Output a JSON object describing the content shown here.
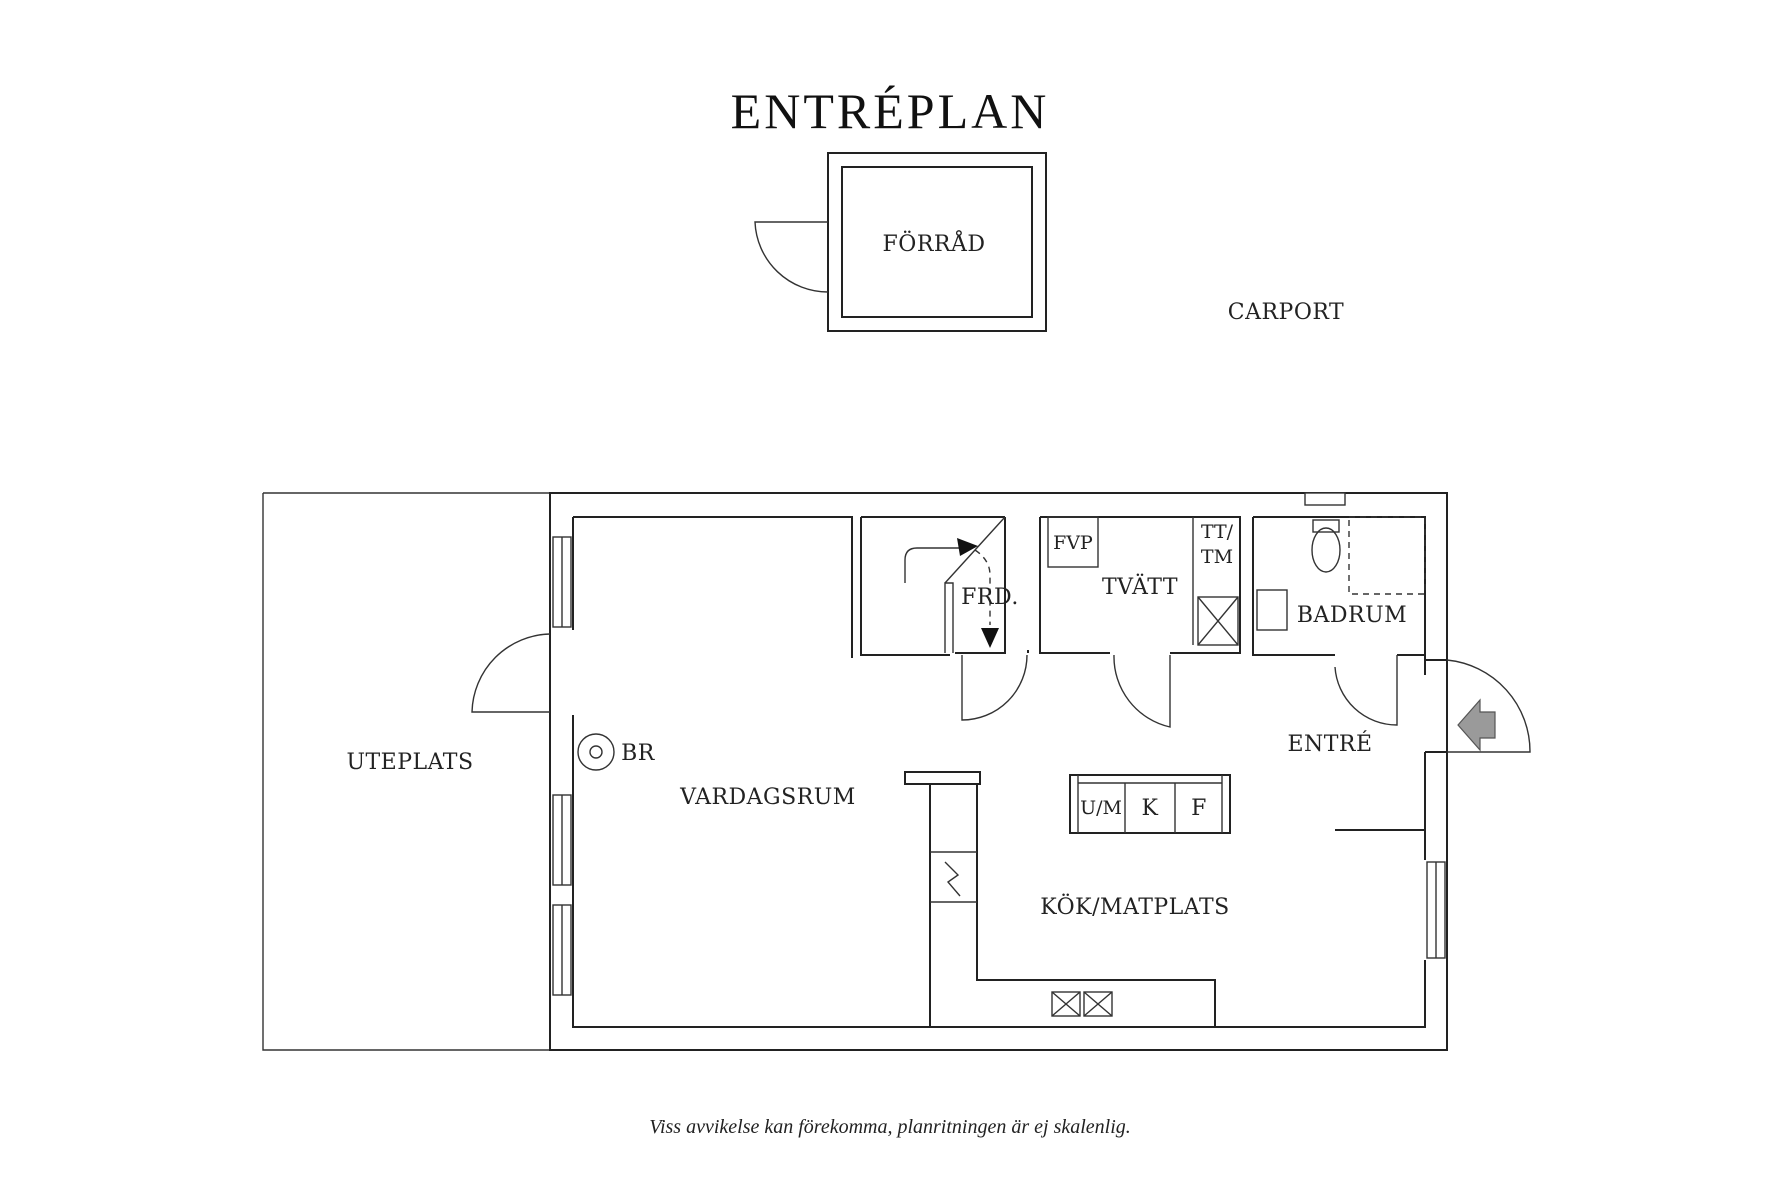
{
  "title": "ENTRÉPLAN",
  "footnote": "Viss avvikelse kan förekomma, planritningen är ej skalenlig.",
  "rooms": {
    "forrad": "FÖRRÅD",
    "carport": "CARPORT",
    "uteplats": "UTEPLATS",
    "vardagsrum": "VARDAGSRUM",
    "frd": "FRD.",
    "tvatt": "TVÄTT",
    "badrum": "BADRUM",
    "entre": "ENTRÉ",
    "kok": "KÖK/MATPLATS"
  },
  "fixtures": {
    "br": "BR",
    "fvp": "FVP",
    "tt": "TT/",
    "tm": "TM",
    "um": "U/M",
    "k": "K",
    "f": "F"
  },
  "colors": {
    "line": "#222222",
    "entry_arrow": "#9a9a9a"
  }
}
